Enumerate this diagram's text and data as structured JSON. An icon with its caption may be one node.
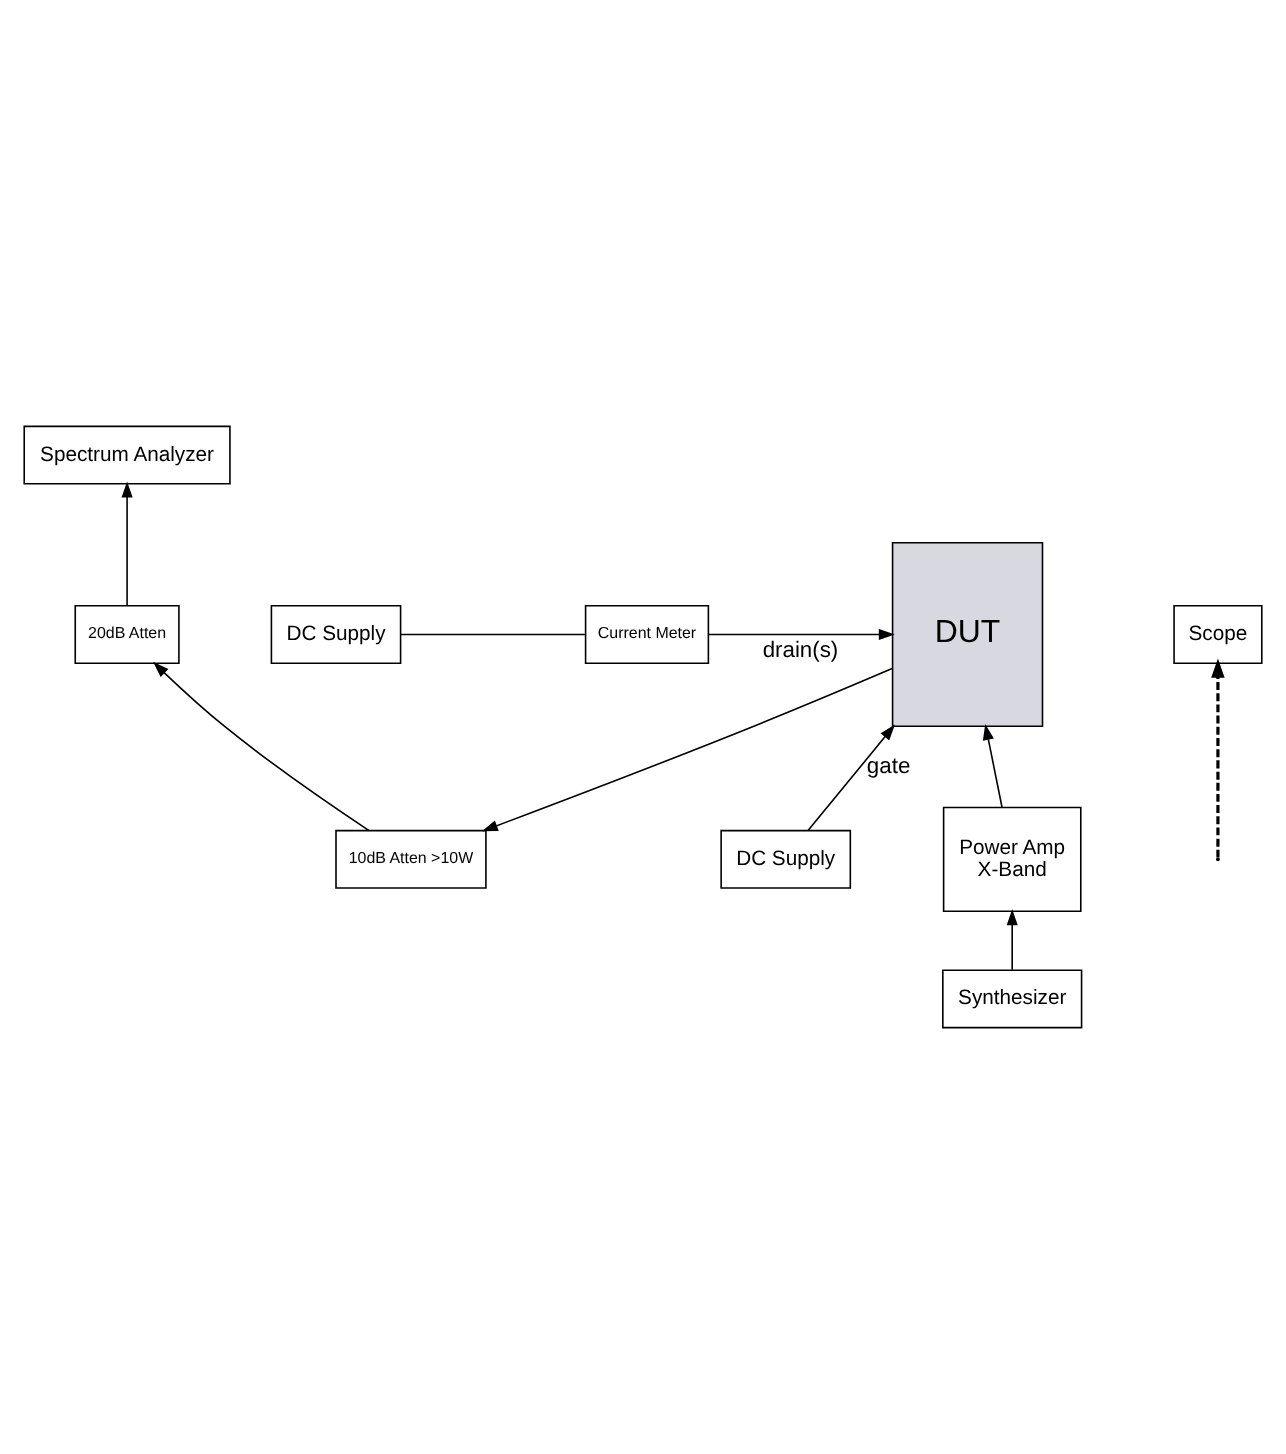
{
  "diagram": {
    "nodes": [
      {
        "text": [
          "Spectrum Analyzer"
        ]
      },
      {
        "text": [
          "20dB Atten"
        ]
      },
      {
        "text": [
          "10dB Atten >10W"
        ]
      },
      {
        "text": [
          "Scope"
        ]
      },
      {
        "text": [
          "DC Supply"
        ]
      },
      {
        "text": [
          "DUT"
        ]
      },
      {
        "text": [
          "Current Meter"
        ]
      },
      {
        "text": [
          "DC Supply"
        ]
      },
      {
        "text": [
          "Power Amp",
          "X-Band"
        ]
      },
      {
        "text": [
          "Synthesizer"
        ]
      }
    ],
    "edges": [
      {
        "from": 2,
        "to": 1,
        "arrow": "to"
      },
      {
        "from": 1,
        "to": 0,
        "arrow": "to"
      },
      {
        "from": 5,
        "to": 2,
        "arrow": "to"
      },
      {
        "from": 4,
        "to": 5,
        "arrow": "to",
        "label": "gate"
      },
      {
        "from": 6,
        "to": 5,
        "arrow": "to",
        "label": "drain(s)"
      },
      {
        "from": 7,
        "to": 6,
        "arrow": "none"
      },
      {
        "from": 8,
        "to": 5,
        "arrow": "to"
      },
      {
        "from": 9,
        "to": 8,
        "arrow": "to"
      },
      {
        "from": null,
        "to": 3,
        "arrow": "to",
        "style": "dashed"
      }
    ]
  }
}
